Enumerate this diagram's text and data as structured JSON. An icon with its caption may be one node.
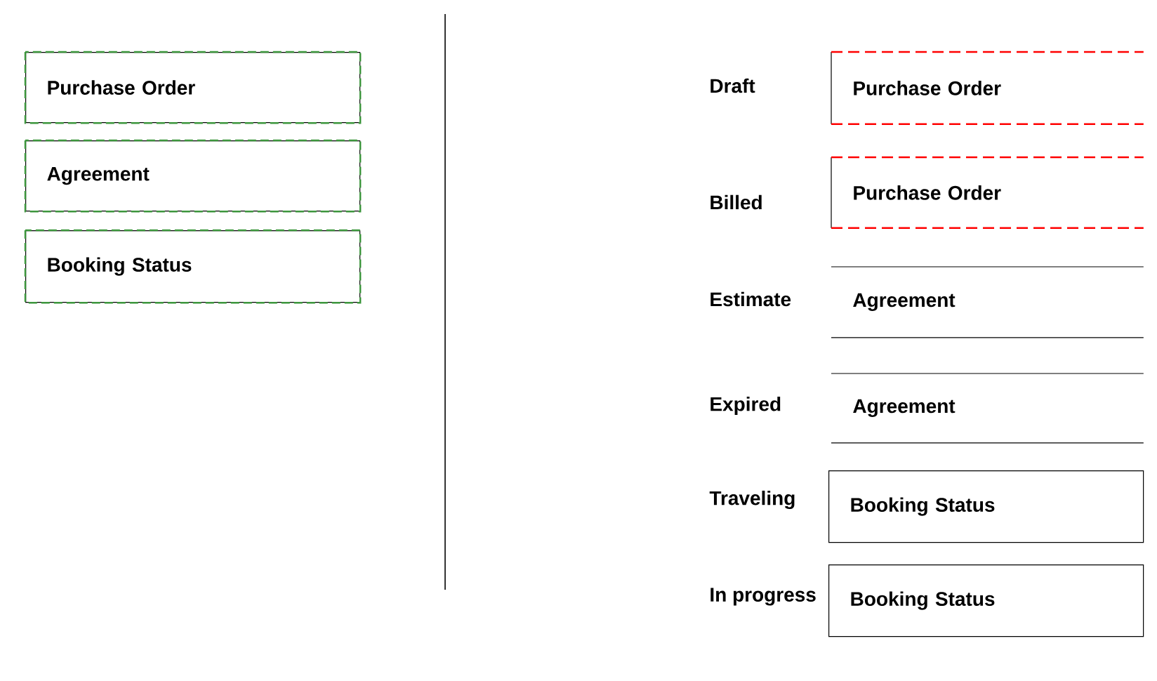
{
  "diagram": {
    "nodes": [
      {
        "text": [
          "Purchase Order"
        ]
      },
      {
        "text": [
          "Agreement"
        ]
      },
      {
        "text": [
          "Booking Status"
        ]
      },
      {
        "text": [
          "Purchase Order"
        ],
        "beside": [
          "Draft"
        ]
      },
      {
        "text": [
          "Purchase Order"
        ],
        "beside": [
          "Billed"
        ]
      },
      {
        "text": [
          "Agreement"
        ],
        "beside": [
          "Estimate"
        ]
      },
      {
        "text": [
          "Agreement"
        ],
        "beside": [
          "Expired"
        ]
      },
      {
        "text": [
          "Booking Status"
        ],
        "beside": [
          "Traveling"
        ]
      },
      {
        "text": [
          "Booking Status"
        ],
        "beside": [
          "In progress"
        ]
      }
    ]
  }
}
